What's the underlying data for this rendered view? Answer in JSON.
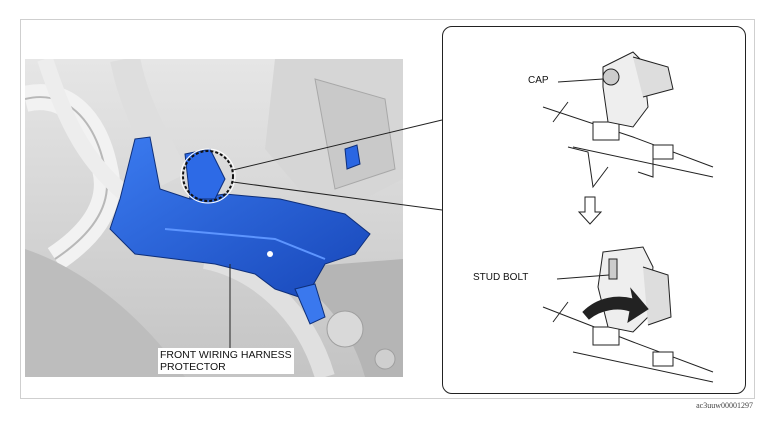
{
  "labels": {
    "cap": "CAP",
    "stud_bolt": "STUD BOLT",
    "main_line1": "FRONT WIRING HARNESS",
    "main_line2": "PROTECTOR"
  },
  "figure_code": "ac3uuw00001297",
  "icons": {
    "step_arrow": "down-arrow-icon",
    "rotation_arrow": "curved-arrow-icon"
  },
  "colors": {
    "protector_blue": "#1f5fd8",
    "photo_grey": "#cfcfcf",
    "line": "#222222"
  }
}
